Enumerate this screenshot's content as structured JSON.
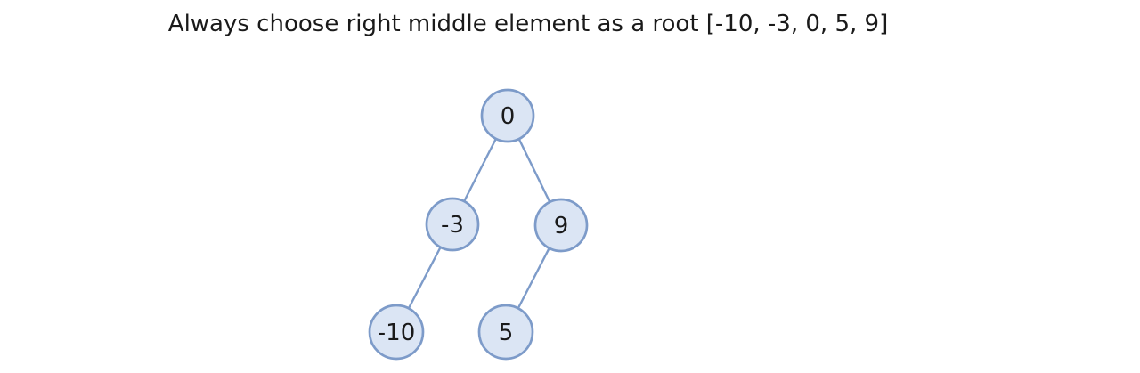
{
  "title": "Always choose right middle element as a root [-10, -3, 0, 5, 9]",
  "tree": {
    "input_array": "[-10, -3, 0, 5, 9]",
    "nodes": [
      {
        "id": "root",
        "value": "0"
      },
      {
        "id": "root-left",
        "value": "-3"
      },
      {
        "id": "root-right",
        "value": "9"
      },
      {
        "id": "left-left",
        "value": "-10"
      },
      {
        "id": "right-left",
        "value": "5"
      }
    ],
    "edges": [
      {
        "from": "0",
        "to": "-3"
      },
      {
        "from": "0",
        "to": "9"
      },
      {
        "from": "-3",
        "to": "-10"
      },
      {
        "from": "9",
        "to": "5"
      }
    ]
  },
  "colors": {
    "background": "#ffffff",
    "node_fill": "#dbe5f4",
    "node_stroke": "#7d9bc9",
    "edge_line": "#7d9bc9",
    "text": "#1a1a1a"
  }
}
